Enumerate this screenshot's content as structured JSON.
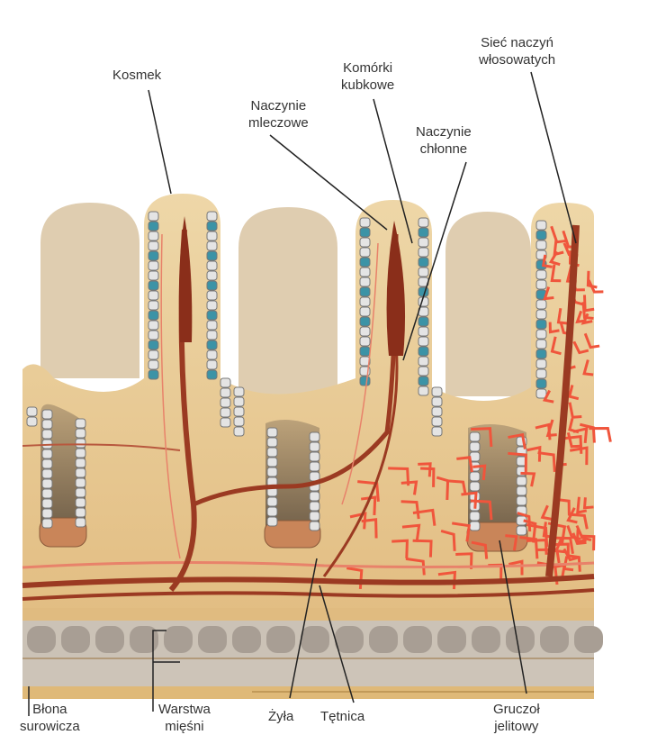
{
  "title": "Budowa kosmka jelitowego",
  "labels": {
    "kosmek": "Kosmek",
    "naczynie_mleczowe": [
      "Naczynie",
      "mleczowe"
    ],
    "komorki_kubkowe": [
      "Komórki",
      "kubkowe"
    ],
    "naczynie_chlonne": [
      "Naczynie",
      "chłonne"
    ],
    "siec_naczyn": [
      "Sieć naczyń",
      "włosowatych"
    ],
    "blona_surowicza": [
      "Błona",
      "surowicza"
    ],
    "warstwa_miesni": [
      "Warstwa",
      "mięśni"
    ],
    "zyla": "Żyła",
    "tetnica": "Tętnica",
    "gruczol": [
      "Gruczoł",
      "jelitowy"
    ]
  },
  "colors": {
    "tissue": "#ecd3a0",
    "villus_bg": "#dfcdb0",
    "vein": "#9b3a22",
    "artery": "#e8826a",
    "capillary": "#f0553c",
    "goblet": "#3c93a6",
    "muscle": "#c9c0b4"
  }
}
